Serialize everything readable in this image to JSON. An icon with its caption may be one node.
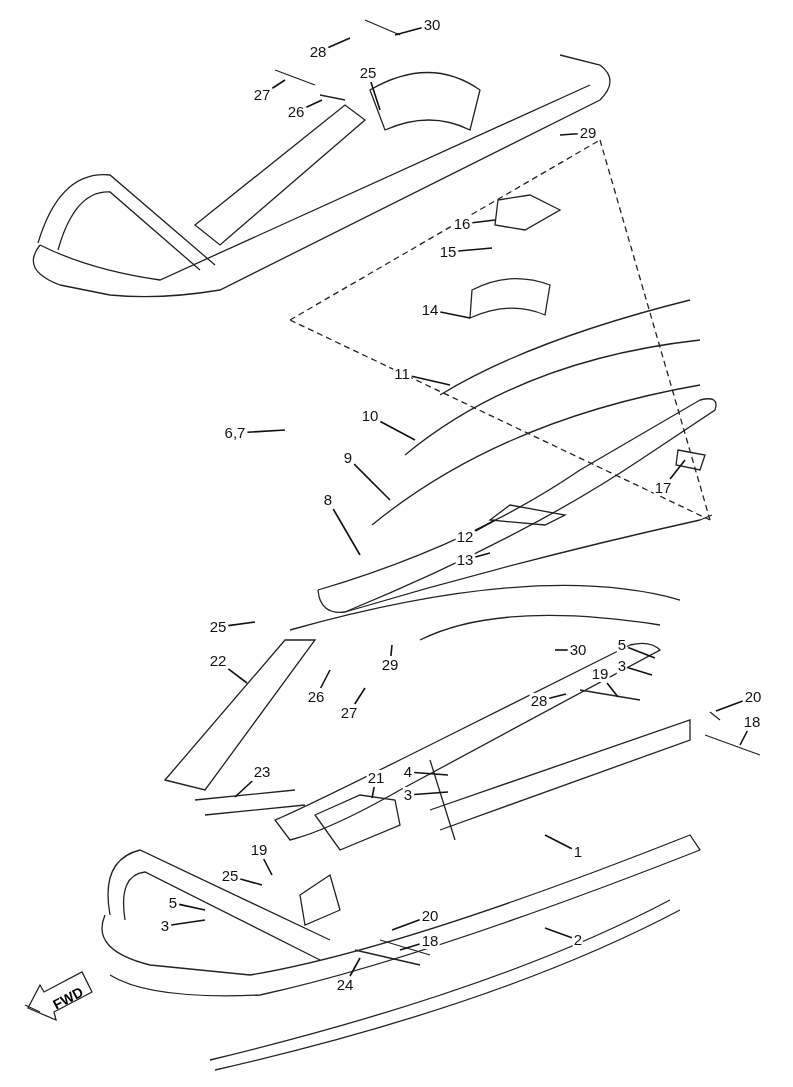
{
  "diagram": {
    "nodes": [
      {
        "text": [
          "30"
        ]
      },
      {
        "text": [
          "28"
        ]
      },
      {
        "text": [
          "25"
        ]
      },
      {
        "text": [
          "27"
        ]
      },
      {
        "text": [
          "26"
        ]
      },
      {
        "text": [
          "29"
        ]
      },
      {
        "text": [
          "16"
        ]
      },
      {
        "text": [
          "15"
        ]
      },
      {
        "text": [
          "14"
        ]
      },
      {
        "text": [
          "11"
        ]
      },
      {
        "text": [
          "6,7"
        ]
      },
      {
        "text": [
          "10"
        ]
      },
      {
        "text": [
          "9"
        ]
      },
      {
        "text": [
          "17"
        ]
      },
      {
        "text": [
          "8"
        ]
      },
      {
        "text": [
          "12"
        ]
      },
      {
        "text": [
          "13"
        ]
      },
      {
        "text": [
          "25"
        ]
      },
      {
        "text": [
          "29"
        ]
      },
      {
        "text": [
          "30"
        ]
      },
      {
        "text": [
          "5"
        ]
      },
      {
        "text": [
          "22"
        ]
      },
      {
        "text": [
          "26"
        ]
      },
      {
        "text": [
          "3"
        ]
      },
      {
        "text": [
          "27"
        ]
      },
      {
        "text": [
          "28"
        ]
      },
      {
        "text": [
          "19"
        ]
      },
      {
        "text": [
          "20"
        ]
      },
      {
        "text": [
          "18"
        ]
      },
      {
        "text": [
          "4"
        ]
      },
      {
        "text": [
          "23"
        ]
      },
      {
        "text": [
          "3"
        ]
      },
      {
        "text": [
          "21"
        ]
      },
      {
        "text": [
          "1"
        ]
      },
      {
        "text": [
          "19"
        ]
      },
      {
        "text": [
          "25"
        ]
      },
      {
        "text": [
          "5"
        ]
      },
      {
        "text": [
          "3"
        ]
      },
      {
        "text": [
          "20"
        ]
      },
      {
        "text": [
          "18"
        ]
      },
      {
        "text": [
          "2"
        ]
      },
      {
        "text": [
          "24"
        ]
      }
    ],
    "edges": [
      {
        "from": 0,
        "to": null,
        "arrow": "none"
      },
      {
        "from": 1,
        "to": null,
        "arrow": "none"
      },
      {
        "from": 2,
        "to": null,
        "arrow": "none"
      },
      {
        "from": 3,
        "to": null,
        "arrow": "none"
      },
      {
        "from": 4,
        "to": null,
        "arrow": "none"
      },
      {
        "from": 5,
        "to": null,
        "arrow": "none"
      },
      {
        "from": 6,
        "to": null,
        "arrow": "none"
      },
      {
        "from": 7,
        "to": null,
        "arrow": "none"
      },
      {
        "from": 8,
        "to": null,
        "arrow": "none"
      },
      {
        "from": 9,
        "to": null,
        "arrow": "none"
      },
      {
        "from": 10,
        "to": null,
        "arrow": "none"
      },
      {
        "from": 11,
        "to": null,
        "arrow": "none"
      },
      {
        "from": 12,
        "to": null,
        "arrow": "none"
      },
      {
        "from": 13,
        "to": null,
        "arrow": "none"
      },
      {
        "from": 14,
        "to": null,
        "arrow": "none"
      },
      {
        "from": 15,
        "to": null,
        "arrow": "none"
      },
      {
        "from": 16,
        "to": null,
        "arrow": "none"
      },
      {
        "from": 17,
        "to": null,
        "arrow": "none"
      },
      {
        "from": 18,
        "to": null,
        "arrow": "none"
      },
      {
        "from": 19,
        "to": null,
        "arrow": "none"
      },
      {
        "from": 20,
        "to": null,
        "arrow": "none"
      },
      {
        "from": 21,
        "to": null,
        "arrow": "none"
      },
      {
        "from": 22,
        "to": null,
        "arrow": "none"
      },
      {
        "from": 23,
        "to": null,
        "arrow": "none"
      },
      {
        "from": 24,
        "to": null,
        "arrow": "none"
      },
      {
        "from": 25,
        "to": null,
        "arrow": "none"
      },
      {
        "from": 26,
        "to": null,
        "arrow": "none"
      },
      {
        "from": 27,
        "to": null,
        "arrow": "none"
      },
      {
        "from": 28,
        "to": null,
        "arrow": "none"
      },
      {
        "from": 29,
        "to": null,
        "arrow": "none"
      },
      {
        "from": 30,
        "to": null,
        "arrow": "none"
      },
      {
        "from": 31,
        "to": null,
        "arrow": "none"
      },
      {
        "from": 32,
        "to": null,
        "arrow": "none"
      },
      {
        "from": 33,
        "to": null,
        "arrow": "none"
      },
      {
        "from": 34,
        "to": null,
        "arrow": "none"
      },
      {
        "from": 35,
        "to": null,
        "arrow": "none"
      },
      {
        "from": 36,
        "to": null,
        "arrow": "none"
      },
      {
        "from": 37,
        "to": null,
        "arrow": "none"
      },
      {
        "from": 38,
        "to": null,
        "arrow": "none"
      },
      {
        "from": 39,
        "to": null,
        "arrow": "none"
      },
      {
        "from": 40,
        "to": null,
        "arrow": "none"
      },
      {
        "from": 41,
        "to": null,
        "arrow": "none"
      }
    ],
    "labels": [
      "FWD"
    ]
  }
}
